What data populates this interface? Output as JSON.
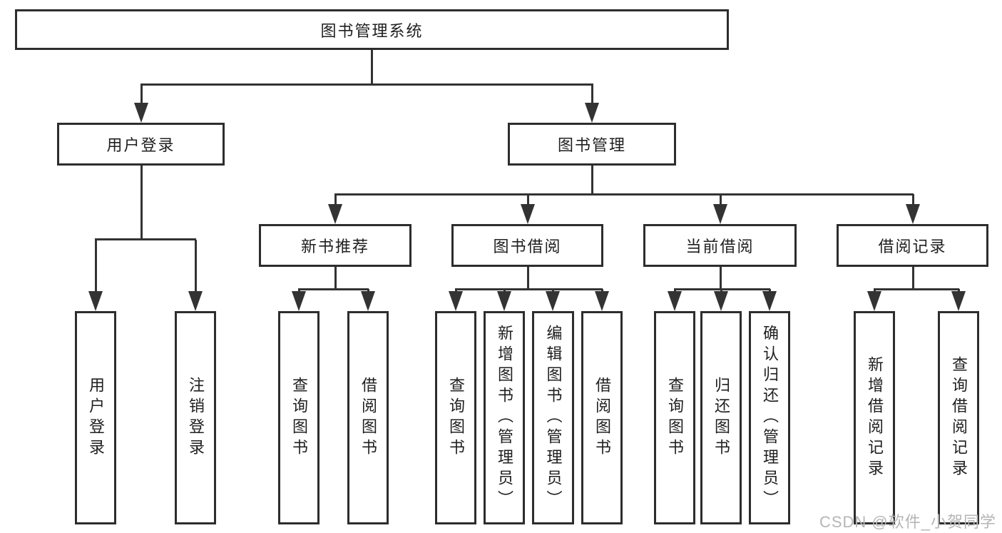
{
  "tree": {
    "root": "图书管理系统",
    "branches": [
      {
        "label": "用户登录",
        "children": [
          "用户登录",
          "注销登录"
        ]
      },
      {
        "label": "图书管理",
        "groups": [
          {
            "label": "新书推荐",
            "children": [
              "查询图书",
              "借阅图书"
            ]
          },
          {
            "label": "图书借阅",
            "children": [
              "查询图书",
              "新增图书（管理员）",
              "编辑图书（管理员）",
              "借阅图书"
            ]
          },
          {
            "label": "当前借阅",
            "children": [
              "查询图书",
              "归还图书",
              "确认归还（管理员）"
            ]
          },
          {
            "label": "借阅记录",
            "children": [
              "新增借阅记录",
              "查询借阅记录"
            ]
          }
        ]
      }
    ]
  },
  "watermark": "CSDN @软件_小贺同学",
  "colors": {
    "line": "#333333",
    "box_border": "#2d2d2d",
    "text": "#1f1f1f",
    "watermark": "#b5b5b5",
    "background": "#ffffff"
  }
}
